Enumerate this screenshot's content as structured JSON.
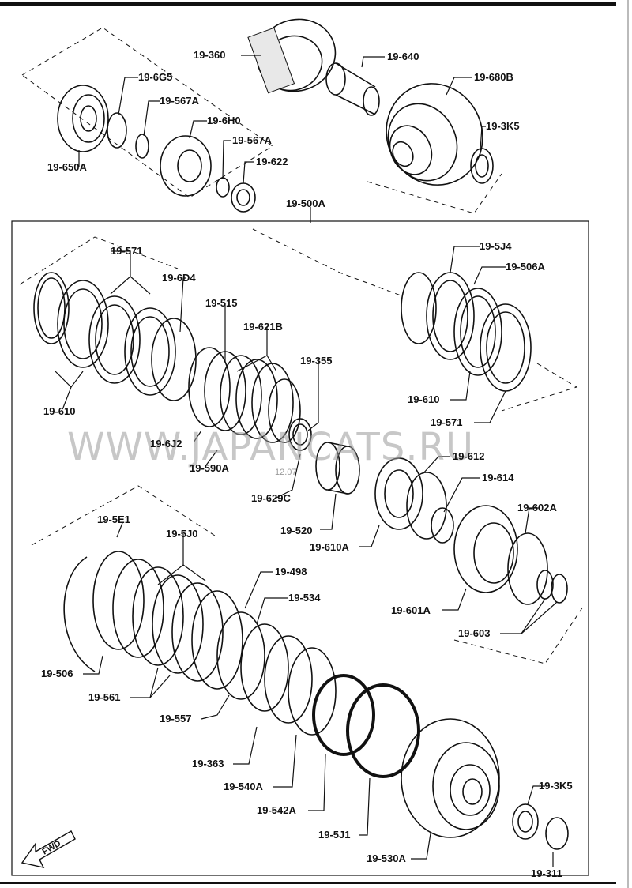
{
  "watermark": "WWW.JAPANCATS.RU",
  "watermark_code": "12.07",
  "fwd_label": "FWD",
  "labels": {
    "l_19_360": "19-360",
    "l_19_640": "19-640",
    "l_19_6G5": "19-6G5",
    "l_19_680B": "19-680B",
    "l_19_567A_1": "19-567A",
    "l_19_6H0": "19-6H0",
    "l_19_3K5_top": "19-3K5",
    "l_19_567A_2": "19-567A",
    "l_19_650A": "19-650A",
    "l_19_622": "19-622",
    "l_19_500A": "19-500A",
    "l_19_571_left": "19-571",
    "l_19_5J4": "19-5J4",
    "l_19_506A": "19-506A",
    "l_19_6D4": "19-6D4",
    "l_19_515": "19-515",
    "l_19_621B": "19-621B",
    "l_19_355": "19-355",
    "l_19_610_left": "19-610",
    "l_19_610_right": "19-610",
    "l_19_571_right": "19-571",
    "l_19_6J2": "19-6J2",
    "l_19_590A": "19-590A",
    "l_19_612": "19-612",
    "l_19_614": "19-614",
    "l_19_629C": "19-629C",
    "l_19_602A": "19-602A",
    "l_19_5E1": "19-5E1",
    "l_19_520": "19-520",
    "l_19_5J0": "19-5J0",
    "l_19_610A": "19-610A",
    "l_19_498": "19-498",
    "l_19_534": "19-534",
    "l_19_601A": "19-601A",
    "l_19_603": "19-603",
    "l_19_506": "19-506",
    "l_19_561": "19-561",
    "l_19_557": "19-557",
    "l_19_363": "19-363",
    "l_19_540A": "19-540A",
    "l_19_3K5_bottom": "19-3K5",
    "l_19_542A": "19-542A",
    "l_19_5J1": "19-5J1",
    "l_19_530A": "19-530A",
    "l_19_311": "19-311"
  }
}
